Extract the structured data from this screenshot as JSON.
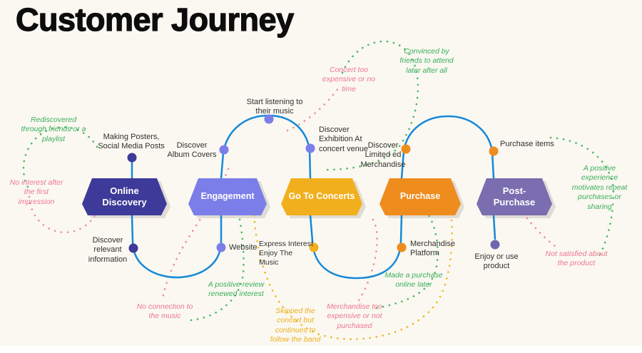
{
  "title": "Customer Journey",
  "background": "#FAF8F1",
  "line_color": "#1688D8",
  "stages": [
    {
      "label": "Online Discovery",
      "color": "#3E3A99"
    },
    {
      "label": "Engagement",
      "color": "#7B7EE9"
    },
    {
      "label": "Go To Concerts",
      "color": "#F2AF1D"
    },
    {
      "label": "Purchase",
      "color": "#EE8C1E"
    },
    {
      "label": "Post-Purchase",
      "color": "#7A6EB0"
    }
  ],
  "touchpoints": [
    {
      "label": "Making Posters, Social Media Posts",
      "stage": "Online Discovery",
      "dot_color": "#3E3A99"
    },
    {
      "label": "Discover relevant information",
      "stage": "Online Discovery",
      "dot_color": "#3E3A99"
    },
    {
      "label": "Discover Album Covers",
      "stage": "Engagement",
      "dot_color": "#7B7EE9"
    },
    {
      "label": "Website",
      "stage": "Engagement",
      "dot_color": "#7B7EE9"
    },
    {
      "label": "Start listening to their music",
      "stage": "Engagement",
      "dot_color": "#7B7EE9"
    },
    {
      "label": "Discover Exhibition At concert venue",
      "stage": "Go To Concerts",
      "dot_color": "#7B7EE9"
    },
    {
      "label": "Express Interest Enjoy The Music",
      "stage": "Go To Concerts",
      "dot_color": "#F2B01D"
    },
    {
      "label": "Discover Limited ed Merchandise",
      "stage": "Purchase",
      "dot_color": "#EE8C1E"
    },
    {
      "label": "Merchandise Platform",
      "stage": "Purchase",
      "dot_color": "#EE8C1E"
    },
    {
      "label": "Purchase items",
      "stage": "Post-Purchase",
      "dot_color": "#EE8C1E"
    },
    {
      "label": "Enjoy or use product",
      "stage": "Post-Purchase",
      "dot_color": "#6F66AE"
    }
  ],
  "notes": [
    {
      "text": "Rediscovered through friends or a playlist",
      "sentiment": "positive",
      "color": "#3BAE5C"
    },
    {
      "text": "No interest after the first impression",
      "sentiment": "negative",
      "color": "#F0758F"
    },
    {
      "text": "Concert too expensive or no time",
      "sentiment": "negative",
      "color": "#F0758F"
    },
    {
      "text": "Convinced by friends to attend later after all",
      "sentiment": "positive",
      "color": "#3BAE5C"
    },
    {
      "text": "A positive review renewed interest",
      "sentiment": "positive",
      "color": "#3BAE5C"
    },
    {
      "text": "No connection to the music",
      "sentiment": "negative",
      "color": "#F0758F"
    },
    {
      "text": "Skipped the concert but continues to follow the band",
      "sentiment": "neutral",
      "color": "#EFAF1E"
    },
    {
      "text": "Merchandise too expensive or not purchased",
      "sentiment": "negative",
      "color": "#F0758F"
    },
    {
      "text": "Made a purchase online later",
      "sentiment": "positive",
      "color": "#3BAE5C"
    },
    {
      "text": "A positive experience motivates repeat purchases or sharing",
      "sentiment": "positive",
      "color": "#3BAE5C"
    },
    {
      "text": "Not satisfied about the product",
      "sentiment": "negative",
      "color": "#F0758F"
    }
  ]
}
